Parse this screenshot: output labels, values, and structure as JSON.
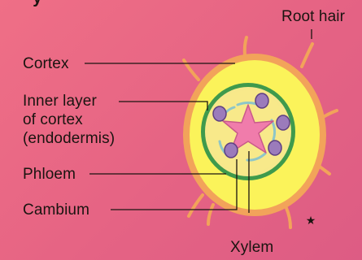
{
  "header": {
    "title_fragment": "···· y ·········"
  },
  "labels": {
    "root_hair": "Root hair",
    "cortex": "Cortex",
    "inner_layer_line1": "Inner layer",
    "inner_layer_line2": "of cortex",
    "inner_layer_line3": "(endodermis)",
    "phloem": "Phloem",
    "cambium": "Cambium",
    "xylem": "Xylem"
  },
  "marker": "★",
  "colors": {
    "background": "#e8668a",
    "epidermis": "#f2a35a",
    "cortex": "#fbf35a",
    "endodermis": "#3f9a4c",
    "stele": "#f8e98a",
    "cambium": "#8ec6c8",
    "xylem": "#f07cab",
    "phloem": "#9b7bbb"
  }
}
